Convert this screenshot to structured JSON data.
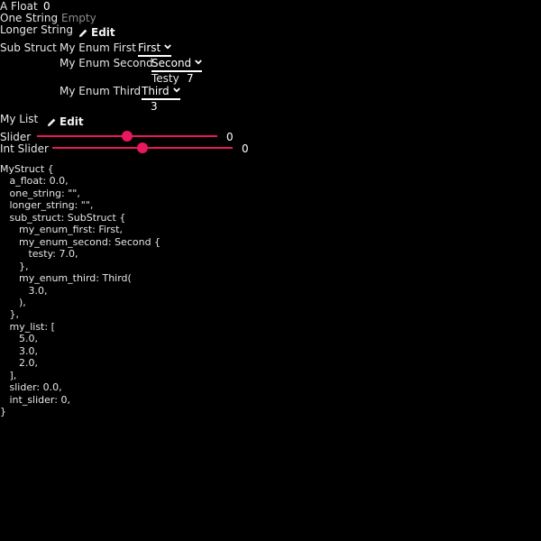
{
  "fields": {
    "a_float": {
      "label": "A Float",
      "value": "0"
    },
    "one_string": {
      "label": "One String",
      "placeholder": "Empty"
    },
    "longer_string": {
      "label": "Longer String",
      "edit_label": "Edit"
    },
    "sub_struct": {
      "label": "Sub Struct",
      "enum_first": {
        "label": "My Enum First",
        "selected": "First"
      },
      "enum_second": {
        "label": "My Enum Second",
        "selected": "Second",
        "testy_label": "Testy",
        "testy_value": "7"
      },
      "enum_third": {
        "label": "My Enum Third",
        "selected": "Third",
        "value": "3"
      }
    },
    "my_list": {
      "label": "My List",
      "edit_label": "Edit"
    },
    "slider": {
      "label": "Slider",
      "value": "0",
      "fraction": 0.5
    },
    "int_slider": {
      "label": "Int Slider",
      "value": "0",
      "fraction": 0.5
    }
  },
  "accent_color": "#e8185e",
  "debug_output": "MyStruct {\n   a_float: 0.0,\n   one_string: \"\",\n   longer_string: \"\",\n   sub_struct: SubStruct {\n      my_enum_first: First,\n      my_enum_second: Second {\n         testy: 7.0,\n      },\n      my_enum_third: Third(\n         3.0,\n      ),\n   },\n   my_list: [\n      5.0,\n      3.0,\n      2.0,\n   ],\n   slider: 0.0,\n   int_slider: 0,\n}",
  "icons": {
    "edit": "pencil-icon",
    "dropdown": "chevron-down-icon"
  }
}
